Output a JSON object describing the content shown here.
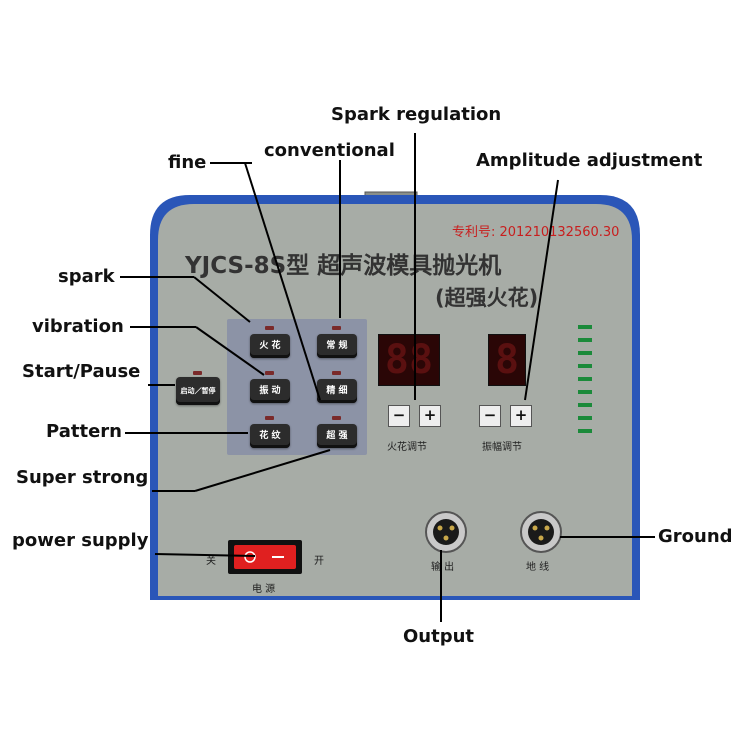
{
  "device": {
    "patent": "专利号: 201210132560.30",
    "model_title": "YJCS-8S型 超声波模具抛光机",
    "model_subtitle": "(超强火花)",
    "spark_display_label": "火花调节",
    "amplitude_display_label": "振幅调节",
    "power_label": "电 源",
    "power_off": "关",
    "power_on": "开",
    "output_label": "输 出",
    "ground_label": "地 线",
    "buttons": {
      "spark": "火 花",
      "conventional": "常 规",
      "start_pause": "启动／暂停",
      "vibration": "振 动",
      "fine": "精 细",
      "pattern": "花 纹",
      "super_strong": "超 强"
    },
    "digits": {
      "spark": "88",
      "amplitude": "8"
    },
    "minus_symbol": "−",
    "plus_symbol": "+"
  },
  "callouts": {
    "spark_regulation": "Spark regulation",
    "fine": "fine",
    "conventional": "conventional",
    "amplitude_adjustment": "Amplitude adjustment",
    "spark": "spark",
    "vibration": "vibration",
    "start_pause": "Start/Pause",
    "pattern": "Pattern",
    "super_strong": "Super strong",
    "power_supply": "power supply",
    "ground": "Ground",
    "output": "Output"
  },
  "colors": {
    "panel": "#a7aca6",
    "frame": "#2a56b8",
    "button_zone": "#8c93a6",
    "red_text": "#c81e1e",
    "led_green": "#1b8a3a"
  }
}
